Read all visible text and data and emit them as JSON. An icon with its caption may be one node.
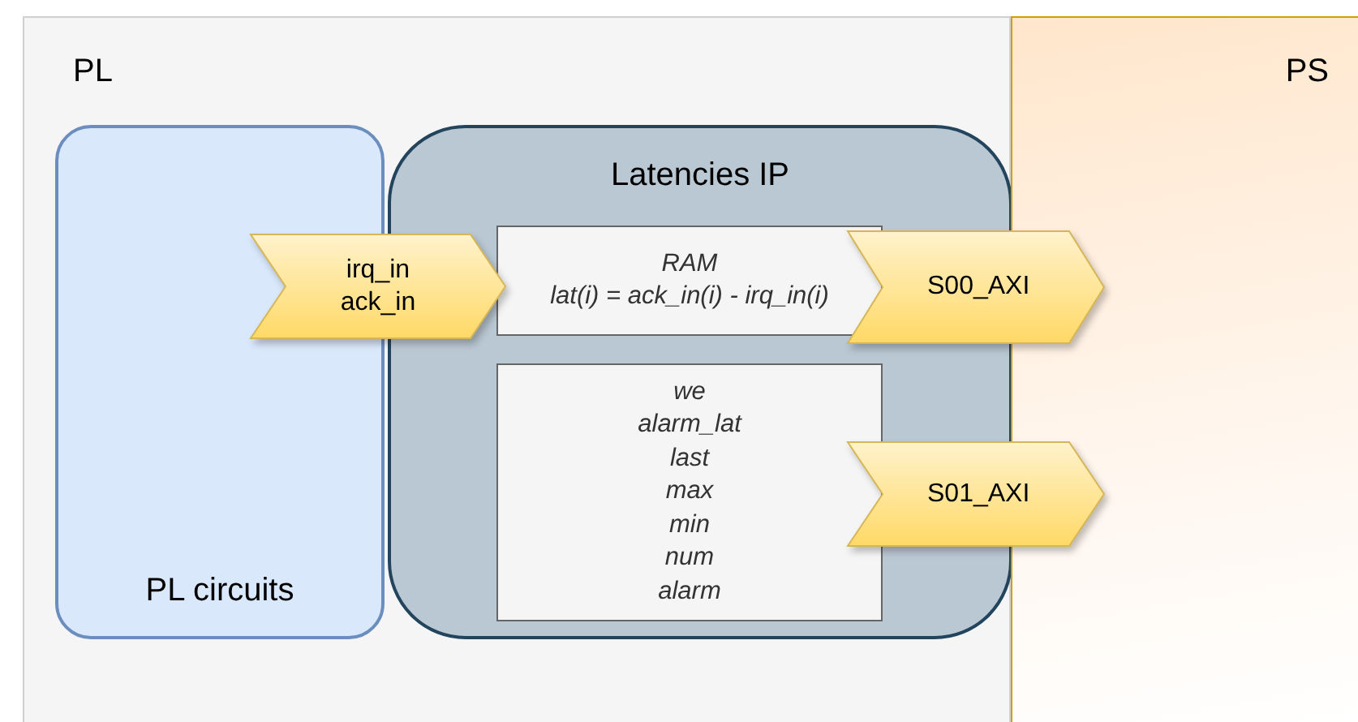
{
  "diagram": {
    "nodes": [
      {
        "text": [
          "PL"
        ]
      },
      {
        "text": [
          "PS"
        ]
      },
      {
        "text": [
          "PL circuits"
        ],
        "in": 0
      },
      {
        "text": [
          "Latencies IP"
        ],
        "in": 0
      },
      {
        "text": [
          "irq_in ack_in"
        ],
        "in": 0
      },
      {
        "text": [
          "RAM",
          "lat(i) = ack_in(i) - irq_in(i)"
        ],
        "in": 3
      },
      {
        "text": [
          "we",
          "alarm_lat",
          "last",
          "max",
          "min",
          "num",
          "alarm"
        ],
        "in": 3
      },
      {
        "text": [
          "S00_AXI"
        ]
      },
      {
        "text": [
          "S01_AXI"
        ]
      }
    ]
  }
}
